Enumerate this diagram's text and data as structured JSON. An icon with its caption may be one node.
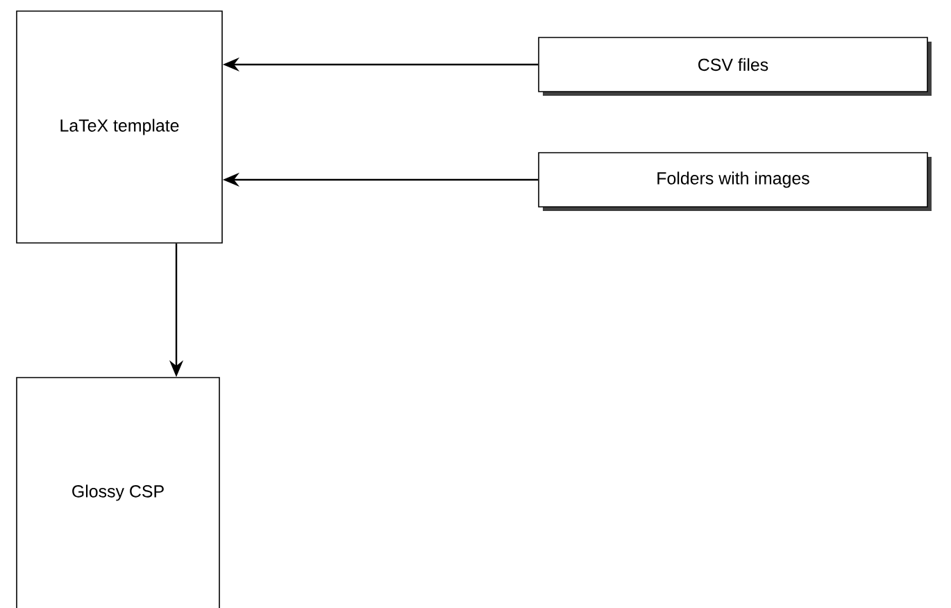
{
  "diagram": {
    "nodes": [
      {
        "text": [
          "LaTeX template"
        ]
      },
      {
        "text": [
          "Glossy CSP"
        ]
      },
      {
        "text": [
          "CSV files"
        ]
      },
      {
        "text": [
          "Folders with images"
        ]
      }
    ],
    "edges": [
      {
        "from": 2,
        "to": 0,
        "arrow": "to"
      },
      {
        "from": 3,
        "to": 0,
        "arrow": "to"
      },
      {
        "from": 0,
        "to": 1,
        "arrow": "to"
      }
    ]
  }
}
